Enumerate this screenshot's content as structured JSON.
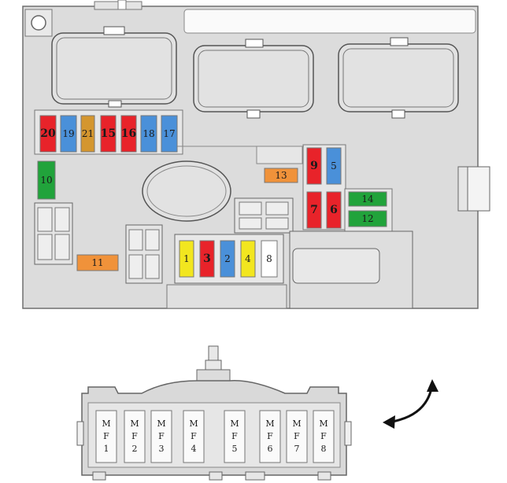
{
  "fuses": [
    {
      "id": "f20",
      "label": "20",
      "color": "#e8232a",
      "bold": true
    },
    {
      "id": "f19",
      "label": "19",
      "color": "#4a90d9",
      "bold": false
    },
    {
      "id": "f21",
      "label": "21",
      "color": "#d4962f",
      "bold": false
    },
    {
      "id": "f15",
      "label": "15",
      "color": "#e8232a",
      "bold": true
    },
    {
      "id": "f16",
      "label": "16",
      "color": "#e8232a",
      "bold": true
    },
    {
      "id": "f18",
      "label": "18",
      "color": "#4a90d9",
      "bold": false
    },
    {
      "id": "f17",
      "label": "17",
      "color": "#4a90d9",
      "bold": false
    },
    {
      "id": "f10",
      "label": "10",
      "color": "#21a33b",
      "bold": false
    },
    {
      "id": "f13",
      "label": "13",
      "color": "#f0923a",
      "bold": false
    },
    {
      "id": "f9",
      "label": "9",
      "color": "#e8232a",
      "bold": true
    },
    {
      "id": "f5",
      "label": "5",
      "color": "#4a90d9",
      "bold": false
    },
    {
      "id": "f7",
      "label": "7",
      "color": "#e8232a",
      "bold": true
    },
    {
      "id": "f6",
      "label": "6",
      "color": "#e8232a",
      "bold": true
    },
    {
      "id": "f14",
      "label": "14",
      "color": "#21a33b",
      "bold": false
    },
    {
      "id": "f12",
      "label": "12",
      "color": "#21a33b",
      "bold": false
    },
    {
      "id": "f11",
      "label": "11",
      "color": "#f0923a",
      "bold": false
    },
    {
      "id": "f1",
      "label": "1",
      "color": "#f2e61f",
      "bold": false
    },
    {
      "id": "f3",
      "label": "3",
      "color": "#e8232a",
      "bold": true
    },
    {
      "id": "f2",
      "label": "2",
      "color": "#4a90d9",
      "bold": false
    },
    {
      "id": "f4",
      "label": "4",
      "color": "#f2e61f",
      "bold": false
    },
    {
      "id": "f8",
      "label": "8",
      "color": "#ffffff",
      "bold": false
    }
  ],
  "maxi_fuses": [
    {
      "id": "mf1",
      "letters": [
        "M",
        "F",
        "1"
      ]
    },
    {
      "id": "mf2",
      "letters": [
        "M",
        "F",
        "2"
      ]
    },
    {
      "id": "mf3",
      "letters": [
        "M",
        "F",
        "3"
      ]
    },
    {
      "id": "mf4",
      "letters": [
        "M",
        "F",
        "4"
      ]
    },
    {
      "id": "mf5",
      "letters": [
        "M",
        "F",
        "5"
      ]
    },
    {
      "id": "mf6",
      "letters": [
        "M",
        "F",
        "6"
      ]
    },
    {
      "id": "mf7",
      "letters": [
        "M",
        "F",
        "7"
      ]
    },
    {
      "id": "mf8",
      "letters": [
        "M",
        "F",
        "8"
      ]
    }
  ],
  "colors": {
    "box_fill": "#dcdcdc",
    "box_stroke": "#6e6e6e",
    "arrow": "#111111"
  },
  "icons": {
    "rotate_arrow": "curved-double-arrow-icon"
  }
}
